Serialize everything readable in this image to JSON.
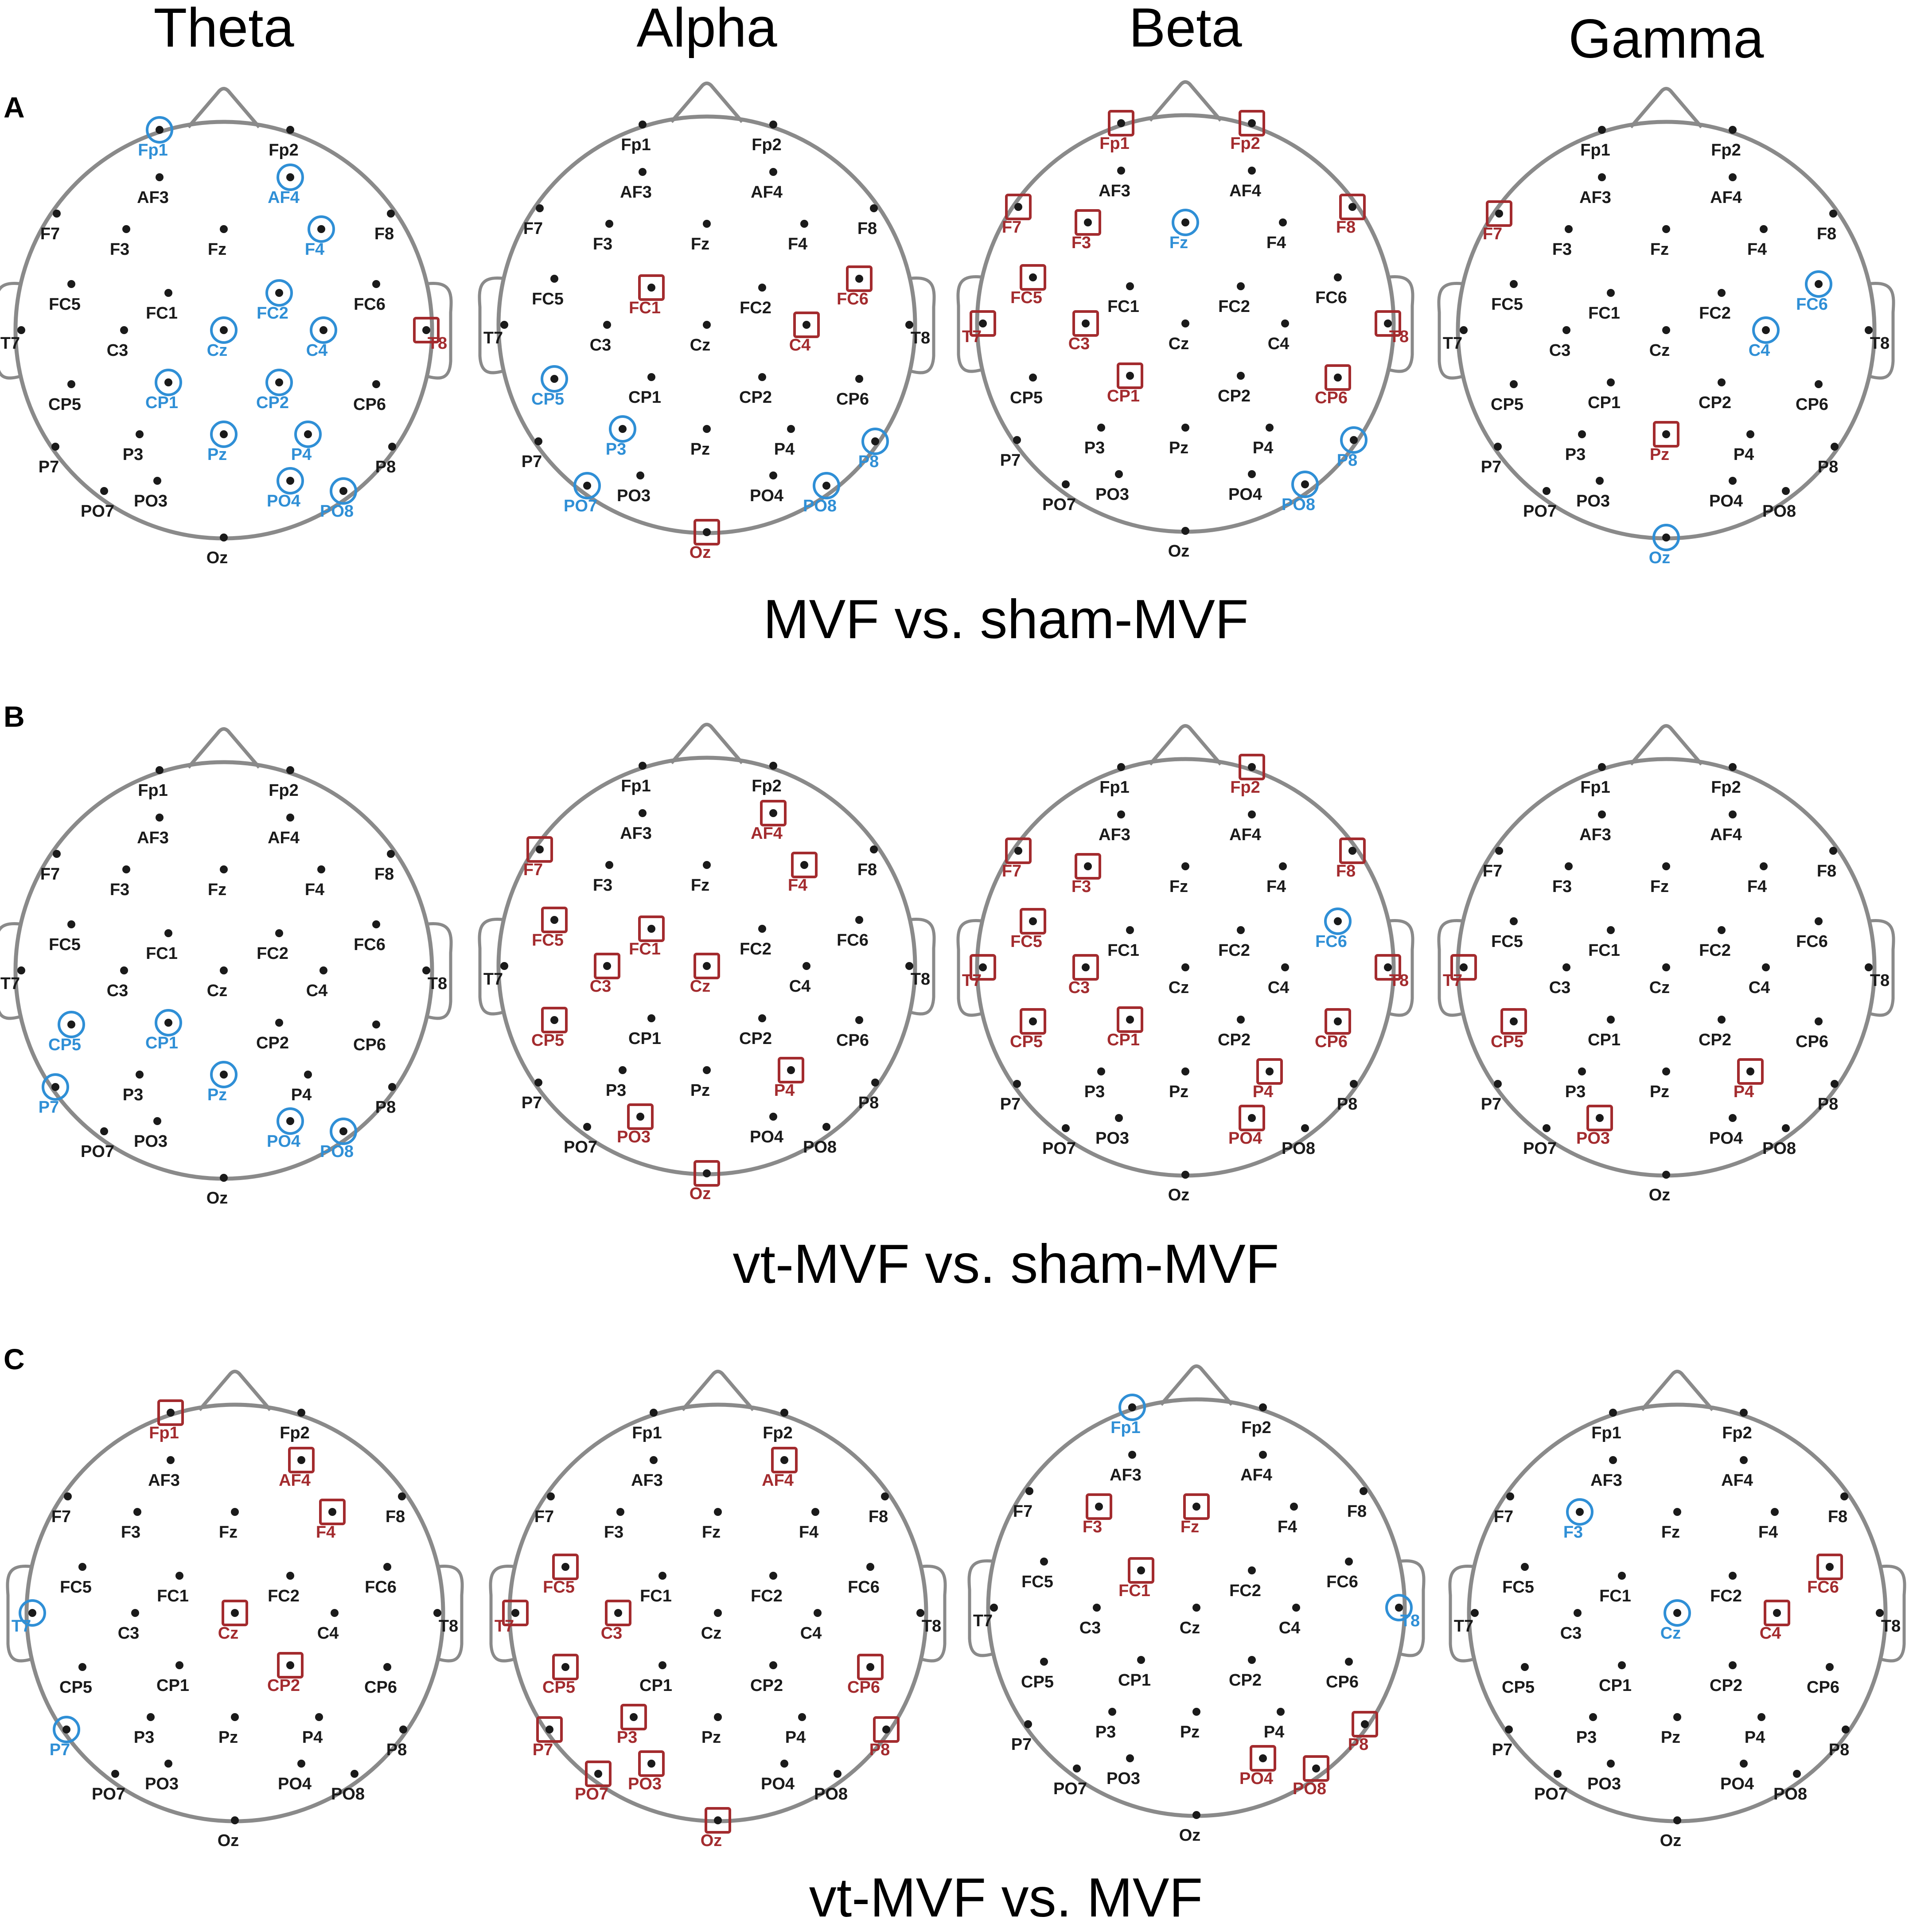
{
  "bands": [
    "Theta",
    "Alpha",
    "Beta",
    "Gamma"
  ],
  "rows": [
    {
      "letter": "A",
      "title": "MVF vs. sham-MVF",
      "panels": [
        {
          "band": "Theta",
          "increased": [
            "T8"
          ],
          "decreased": [
            "Fp1",
            "AF4",
            "F4",
            "FC2",
            "Cz",
            "C4",
            "CP1",
            "CP2",
            "Pz",
            "P4",
            "PO4",
            "PO8"
          ]
        },
        {
          "band": "Alpha",
          "increased": [
            "FC1",
            "FC6",
            "C4",
            "Oz"
          ],
          "decreased": [
            "CP5",
            "P3",
            "PO7",
            "P8",
            "PO8"
          ]
        },
        {
          "band": "Beta",
          "increased": [
            "Fp1",
            "Fp2",
            "F7",
            "F3",
            "F8",
            "FC5",
            "T7",
            "C3",
            "T8",
            "CP1",
            "CP6"
          ],
          "decreased": [
            "Fz",
            "P8",
            "PO8"
          ]
        },
        {
          "band": "Gamma",
          "increased": [
            "F7",
            "Pz"
          ],
          "decreased": [
            "FC6",
            "C4",
            "Oz"
          ]
        }
      ]
    },
    {
      "letter": "B",
      "title": "vt-MVF vs. sham-MVF",
      "panels": [
        {
          "band": "Theta",
          "increased": [],
          "decreased": [
            "CP5",
            "CP1",
            "P7",
            "Pz",
            "PO4",
            "PO8"
          ]
        },
        {
          "band": "Alpha",
          "increased": [
            "F7",
            "AF4",
            "F4",
            "FC5",
            "FC1",
            "C3",
            "Cz",
            "CP5",
            "P4",
            "PO3",
            "Oz"
          ],
          "decreased": []
        },
        {
          "band": "Beta",
          "increased": [
            "Fp2",
            "F7",
            "F3",
            "F8",
            "FC5",
            "T7",
            "C3",
            "T8",
            "CP5",
            "CP1",
            "CP6",
            "P4",
            "PO4"
          ],
          "decreased": [
            "FC6"
          ]
        },
        {
          "band": "Gamma",
          "increased": [
            "T7",
            "CP5",
            "P4",
            "PO3"
          ],
          "decreased": []
        }
      ]
    },
    {
      "letter": "C",
      "title": "vt-MVF vs. MVF",
      "panels": [
        {
          "band": "Theta",
          "increased": [
            "Fp1",
            "AF4",
            "F4",
            "Cz",
            "CP2"
          ],
          "decreased": [
            "T7",
            "P7"
          ]
        },
        {
          "band": "Alpha",
          "increased": [
            "AF4",
            "FC5",
            "T7",
            "C3",
            "CP5",
            "CP6",
            "P7",
            "P3",
            "P8",
            "PO7",
            "PO3",
            "Oz"
          ],
          "decreased": []
        },
        {
          "band": "Beta",
          "increased": [
            "F3",
            "Fz",
            "FC1",
            "P8",
            "PO4",
            "PO8"
          ],
          "decreased": [
            "Fp1",
            "T8"
          ]
        },
        {
          "band": "Gamma",
          "increased": [
            "FC6",
            "C4"
          ],
          "decreased": [
            "F3",
            "Cz"
          ]
        }
      ]
    }
  ],
  "electrodes": [
    "Fp1",
    "Fp2",
    "AF3",
    "AF4",
    "F7",
    "F3",
    "Fz",
    "F4",
    "F8",
    "FC5",
    "FC1",
    "FC2",
    "FC6",
    "T7",
    "C3",
    "Cz",
    "C4",
    "T8",
    "CP5",
    "CP1",
    "CP2",
    "CP6",
    "P7",
    "P3",
    "Pz",
    "P4",
    "P8",
    "PO7",
    "PO3",
    "PO4",
    "PO8",
    "Oz"
  ],
  "colors": {
    "increased": "#a32b2e",
    "decreased": "#2f8fd6",
    "neutral": "#1a1a1a",
    "outline": "#8a8a8a"
  }
}
